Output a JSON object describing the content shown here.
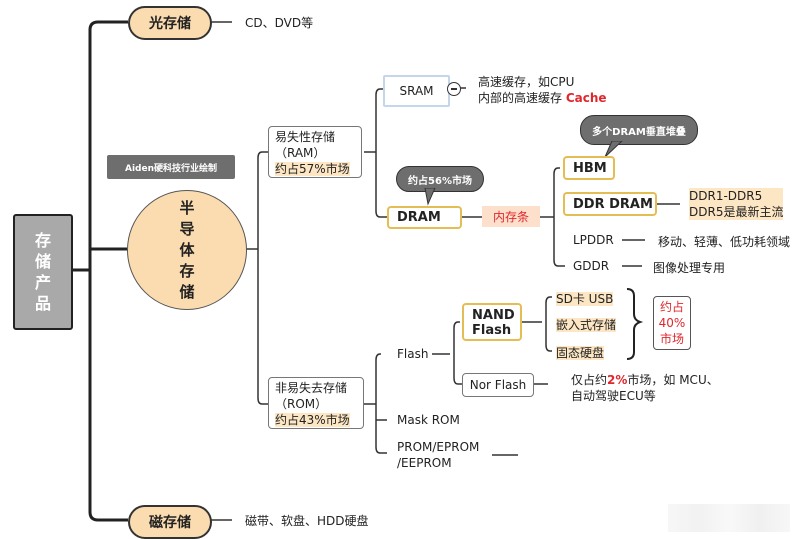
{
  "root": {
    "label_chars": [
      "存",
      "储",
      "产",
      "品"
    ]
  },
  "watermark_label": "Aiden硬科技行业绘制",
  "optical": {
    "label": "光存储",
    "desc": "CD、DVD等"
  },
  "magnetic": {
    "label": "磁存储",
    "desc": "磁带、软盘、HDD硬盘"
  },
  "semiconductor": {
    "label_chars": [
      "半",
      "导",
      "体",
      "存",
      "储"
    ]
  },
  "ram": {
    "line1": "易失性存储",
    "line2": "（RAM）",
    "share": "约占57%市场",
    "sram": {
      "label": "SRAM",
      "desc_line1": "高速缓存，如CPU",
      "desc_line2_prefix": "内部的高速缓存 ",
      "desc_line2_highlight": "Cache"
    },
    "dram": {
      "label": "DRAM",
      "bubble": "约占56%市场",
      "alias": "内存条",
      "children": {
        "hbm": {
          "label": "HBM",
          "bubble": "多个DRAM垂直堆叠"
        },
        "ddr": {
          "label": "DDR DRAM",
          "desc_line1": "DDR1-DDR5",
          "desc_line2": "DDR5是最新主流"
        },
        "lpddr": {
          "label": "LPDDR",
          "desc": "移动、轻薄、低功耗领域"
        },
        "gddr": {
          "label": "GDDR",
          "desc": "图像处理专用"
        }
      }
    }
  },
  "rom": {
    "line1": "非易失去存储",
    "line2": "（ROM）",
    "share": "约占43%市场",
    "flash": {
      "label": "Flash",
      "nand": {
        "label_line1": "NAND",
        "label_line2": "Flash",
        "items": [
          "SD卡 USB",
          "嵌入式存储",
          "固态硬盘"
        ],
        "share_chars": [
          "约占",
          "40%",
          "市场"
        ]
      },
      "nor": {
        "label": "Nor Flash",
        "desc_prefix": "仅占约",
        "desc_highlight": "2%",
        "desc_suffix": "市场，如 MCU、",
        "desc_line2": "自动驾驶ECU等"
      }
    },
    "mask_rom": "Mask ROM",
    "prom_line1": "PROM/EPROM",
    "prom_line2": "/EEPROM"
  },
  "colors": {
    "node_fill": "#fbdcb0",
    "gold_border": "#e5bd55",
    "accent_red": "#e0272d",
    "root_fill": "#a9a9a9",
    "bubble_fill": "#6e6e6e"
  }
}
